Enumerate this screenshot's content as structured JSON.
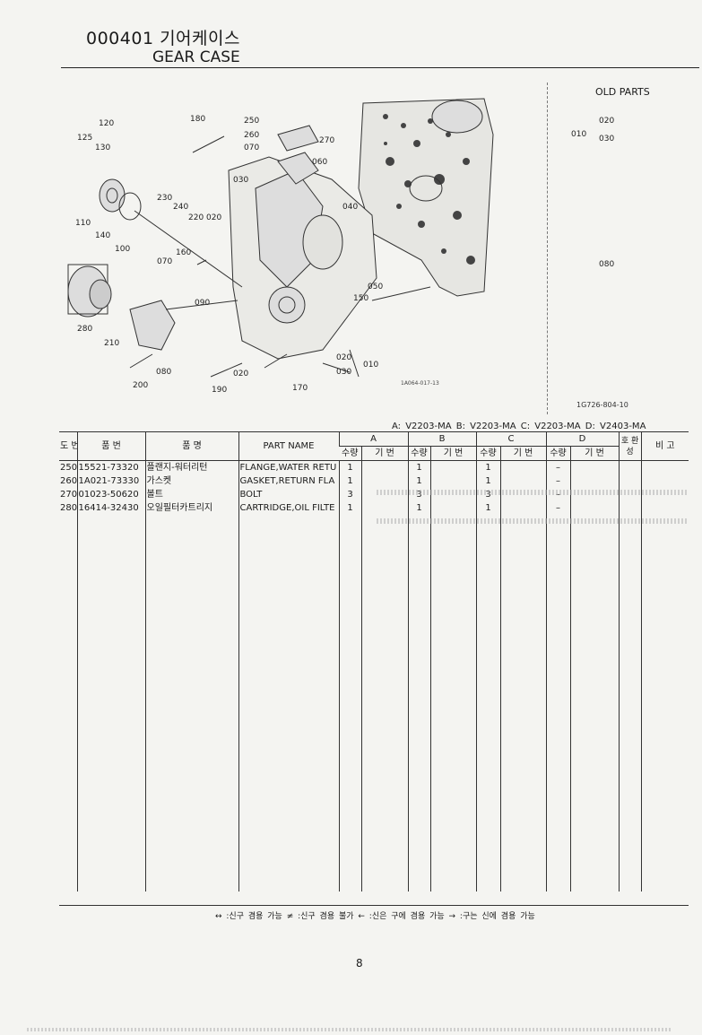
{
  "header": {
    "code": "000401 기어케이스",
    "title_en": "GEAR CASE"
  },
  "diagram": {
    "old_parts_label": "OLD PARTS",
    "diagram_id": "1G726-804-10",
    "figure_id": "1A064-017-13",
    "callouts": [
      "120",
      "125",
      "130",
      "110",
      "140",
      "180",
      "250",
      "260",
      "070",
      "270",
      "060",
      "030",
      "230",
      "240",
      "220",
      "020",
      "040",
      "100",
      "160",
      "070",
      "090",
      "280",
      "210",
      "050",
      "150",
      "080",
      "200",
      "190",
      "020",
      "170",
      "020",
      "030",
      "010"
    ],
    "old_callouts": [
      "020",
      "010",
      "030",
      "080"
    ]
  },
  "legend": "A: V2203-MA  B: V2203-MA  C: V2203-MA  D: V2403-MA",
  "table": {
    "headers": {
      "no": "도 번",
      "part_no": "품 번",
      "name_kr": "품 명",
      "part_name": "PART NAME",
      "groups": [
        "A",
        "B",
        "C",
        "D"
      ],
      "qty": "수량",
      "serial": "기 번",
      "interchange": "호 환 성",
      "remarks": "비 고"
    },
    "rows": [
      {
        "no": "250",
        "part_no": "15521-73320",
        "name_kr": "플랜지-워터리턴",
        "part_name": "FLANGE,WATER RETU",
        "a": "1",
        "b": "1",
        "c": "1",
        "d": "–"
      },
      {
        "no": "260",
        "part_no": "1A021-73330",
        "name_kr": "가스켓",
        "part_name": "GASKET,RETURN FLA",
        "a": "1",
        "b": "1",
        "c": "1",
        "d": "–"
      },
      {
        "no": "270",
        "part_no": "01023-50620",
        "name_kr": "볼트",
        "part_name": "BOLT",
        "a": "3",
        "b": "3",
        "c": "3",
        "d": "–"
      },
      {
        "no": "280",
        "part_no": "16414-32430",
        "name_kr": "오일필터카트리지",
        "part_name": "CARTRIDGE,OIL FILTE",
        "a": "1",
        "b": "1",
        "c": "1",
        "d": "–"
      }
    ]
  },
  "footnote": "↔ :신구 겸용 가능   ≠ :신구 겸용 불가   ← :신은 구에 겸용 가능   → :구는 신에 겸용 가능",
  "page_number": "8"
}
